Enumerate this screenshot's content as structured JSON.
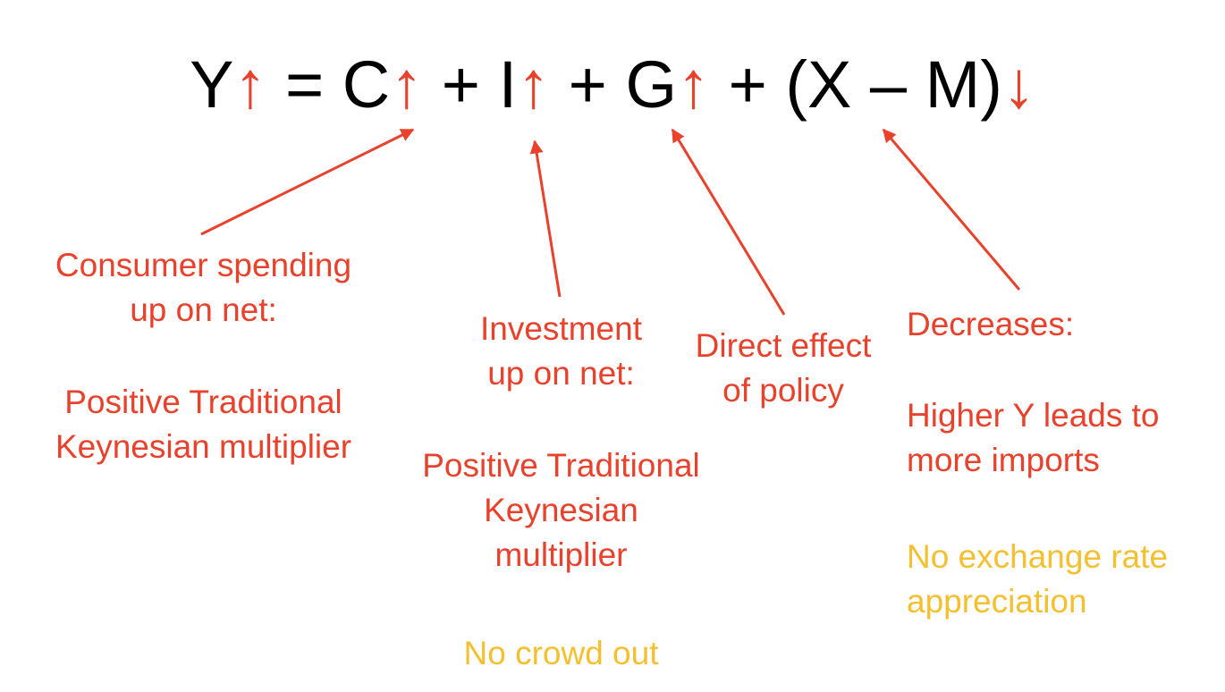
{
  "equation": {
    "y": "Y",
    "y_arrow": "↑",
    "eq": " = ",
    "c": "C",
    "c_arrow": "↑",
    "plus1": " + ",
    "i": "I",
    "i_arrow": "↑",
    "plus2": " + ",
    "g": "G",
    "g_arrow": "↑",
    "plus3": " + ",
    "nx": "(X – M)",
    "nx_arrow": "↓"
  },
  "consumption": {
    "line1": "Consumer spending",
    "line2": "up on net:",
    "line3": "Positive Traditional",
    "line4": "Keynesian multiplier"
  },
  "investment": {
    "line1": "Investment",
    "line2": "up on net:",
    "line3": "Positive Traditional",
    "line4": "Keynesian",
    "line5": "multiplier",
    "note": "No crowd out"
  },
  "government": {
    "line1": "Direct effect",
    "line2": "of policy"
  },
  "net_exports": {
    "line1": "Decreases:",
    "line2": "Higher Y leads to",
    "line3": "more imports",
    "note1": "No exchange rate",
    "note2": "appreciation"
  },
  "colors": {
    "text": "#000000",
    "arrow": "#e8412c",
    "note": "#f4c02f"
  }
}
